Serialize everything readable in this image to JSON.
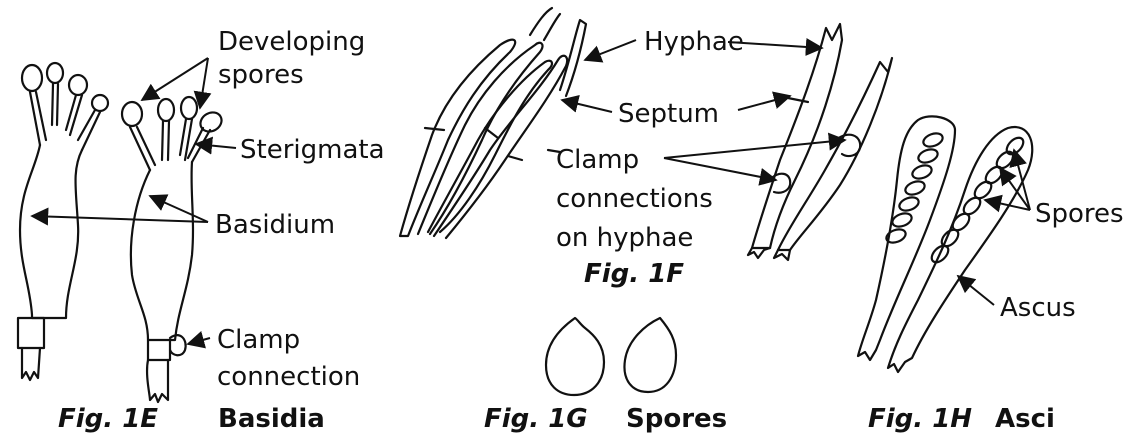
{
  "labels": {
    "developing_spores": [
      "Developing",
      "spores"
    ],
    "sterigmata": "Sterigmata",
    "basidium": "Basidium",
    "clamp_connection": [
      "Clamp",
      "connection"
    ],
    "hyphae": "Hyphae",
    "septum": "Septum",
    "clamp_connections_on_hyphae": [
      "Clamp",
      "connections",
      "on hyphae"
    ],
    "spores": "Spores",
    "ascus": "Ascus"
  },
  "captions": {
    "fig_1e": {
      "num": "Fig. 1E",
      "title": "Basidia"
    },
    "fig_1f": {
      "num": "Fig. 1F",
      "title": ""
    },
    "fig_1g": {
      "num": "Fig. 1G",
      "title": "Spores"
    },
    "fig_1h": {
      "num": "Fig. 1H",
      "title": "Asci"
    }
  }
}
